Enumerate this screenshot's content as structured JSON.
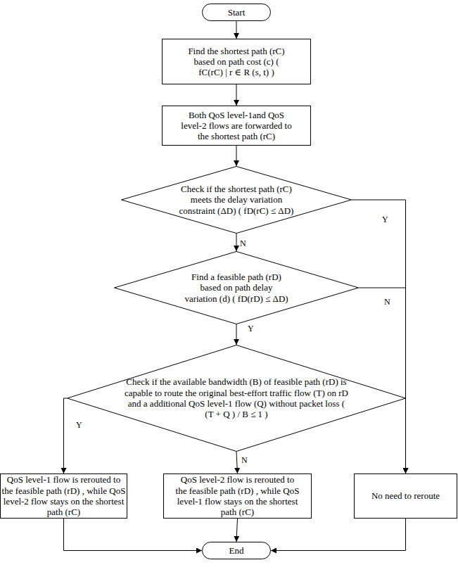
{
  "diagram": {
    "nodes": [
      {
        "text": [
          "Start"
        ]
      },
      {
        "text": [
          "Find the shortest path (rC) based on path cost (c) ( fC(rC) | r ∈ R (s, t) )"
        ]
      },
      {
        "text": [
          "Both QoS level-1and QoS level-2 flows are forwarded to the shortest path (rC)"
        ]
      },
      {
        "text": [
          "Check if the shortest path (rC) meets the delay variation constraint (ΔD) ( fD(rC) ≤ ΔD)"
        ]
      },
      {
        "text": [
          "Find a feasible path (rD) based on path delay variation (d) ( fD(rD) ≤ ΔD)"
        ]
      },
      {
        "text": [
          "Check if the available bandwidth (B) of feasible path (rD) is capable to route the original best-effort traffic flow (T) on rD and a additional QoS level-1 flow (Q) without packet loss ( (T + Q ) / B ≤ 1 )"
        ]
      },
      {
        "text": [
          "QoS level-1 flow is rerouted to the feasible path (rD) , while QoS level-2 flow stays on the shortest path (rC)"
        ]
      },
      {
        "text": [
          "QoS level-2 flow is rerouted to the feasible path (rD) , while QoS level-1 flow stays on the shortest path (rC)"
        ]
      },
      {
        "text": [
          "No need to reroute"
        ]
      },
      {
        "text": [
          "End"
        ]
      }
    ],
    "edges": [
      {
        "from": 0,
        "to": 1,
        "arrow": "to"
      },
      {
        "from": 1,
        "to": 2,
        "arrow": "to"
      },
      {
        "from": 2,
        "to": 3,
        "arrow": "to"
      },
      {
        "from": 3,
        "to": 4,
        "label": "N",
        "arrow": "to"
      },
      {
        "from": 3,
        "to": 8,
        "label": "Y",
        "arrow": "to"
      },
      {
        "from": 4,
        "to": 5,
        "label": "Y",
        "arrow": "to"
      },
      {
        "from": 4,
        "to": 8,
        "label": "N",
        "arrow": "to"
      },
      {
        "from": 5,
        "to": 6,
        "label": "Y",
        "arrow": "to"
      },
      {
        "from": 5,
        "to": 7,
        "label": "N",
        "arrow": "to"
      },
      {
        "from": 6,
        "to": 9,
        "arrow": "to"
      },
      {
        "from": 7,
        "to": 9,
        "arrow": "to"
      },
      {
        "from": 8,
        "to": 9,
        "arrow": "to"
      }
    ]
  }
}
